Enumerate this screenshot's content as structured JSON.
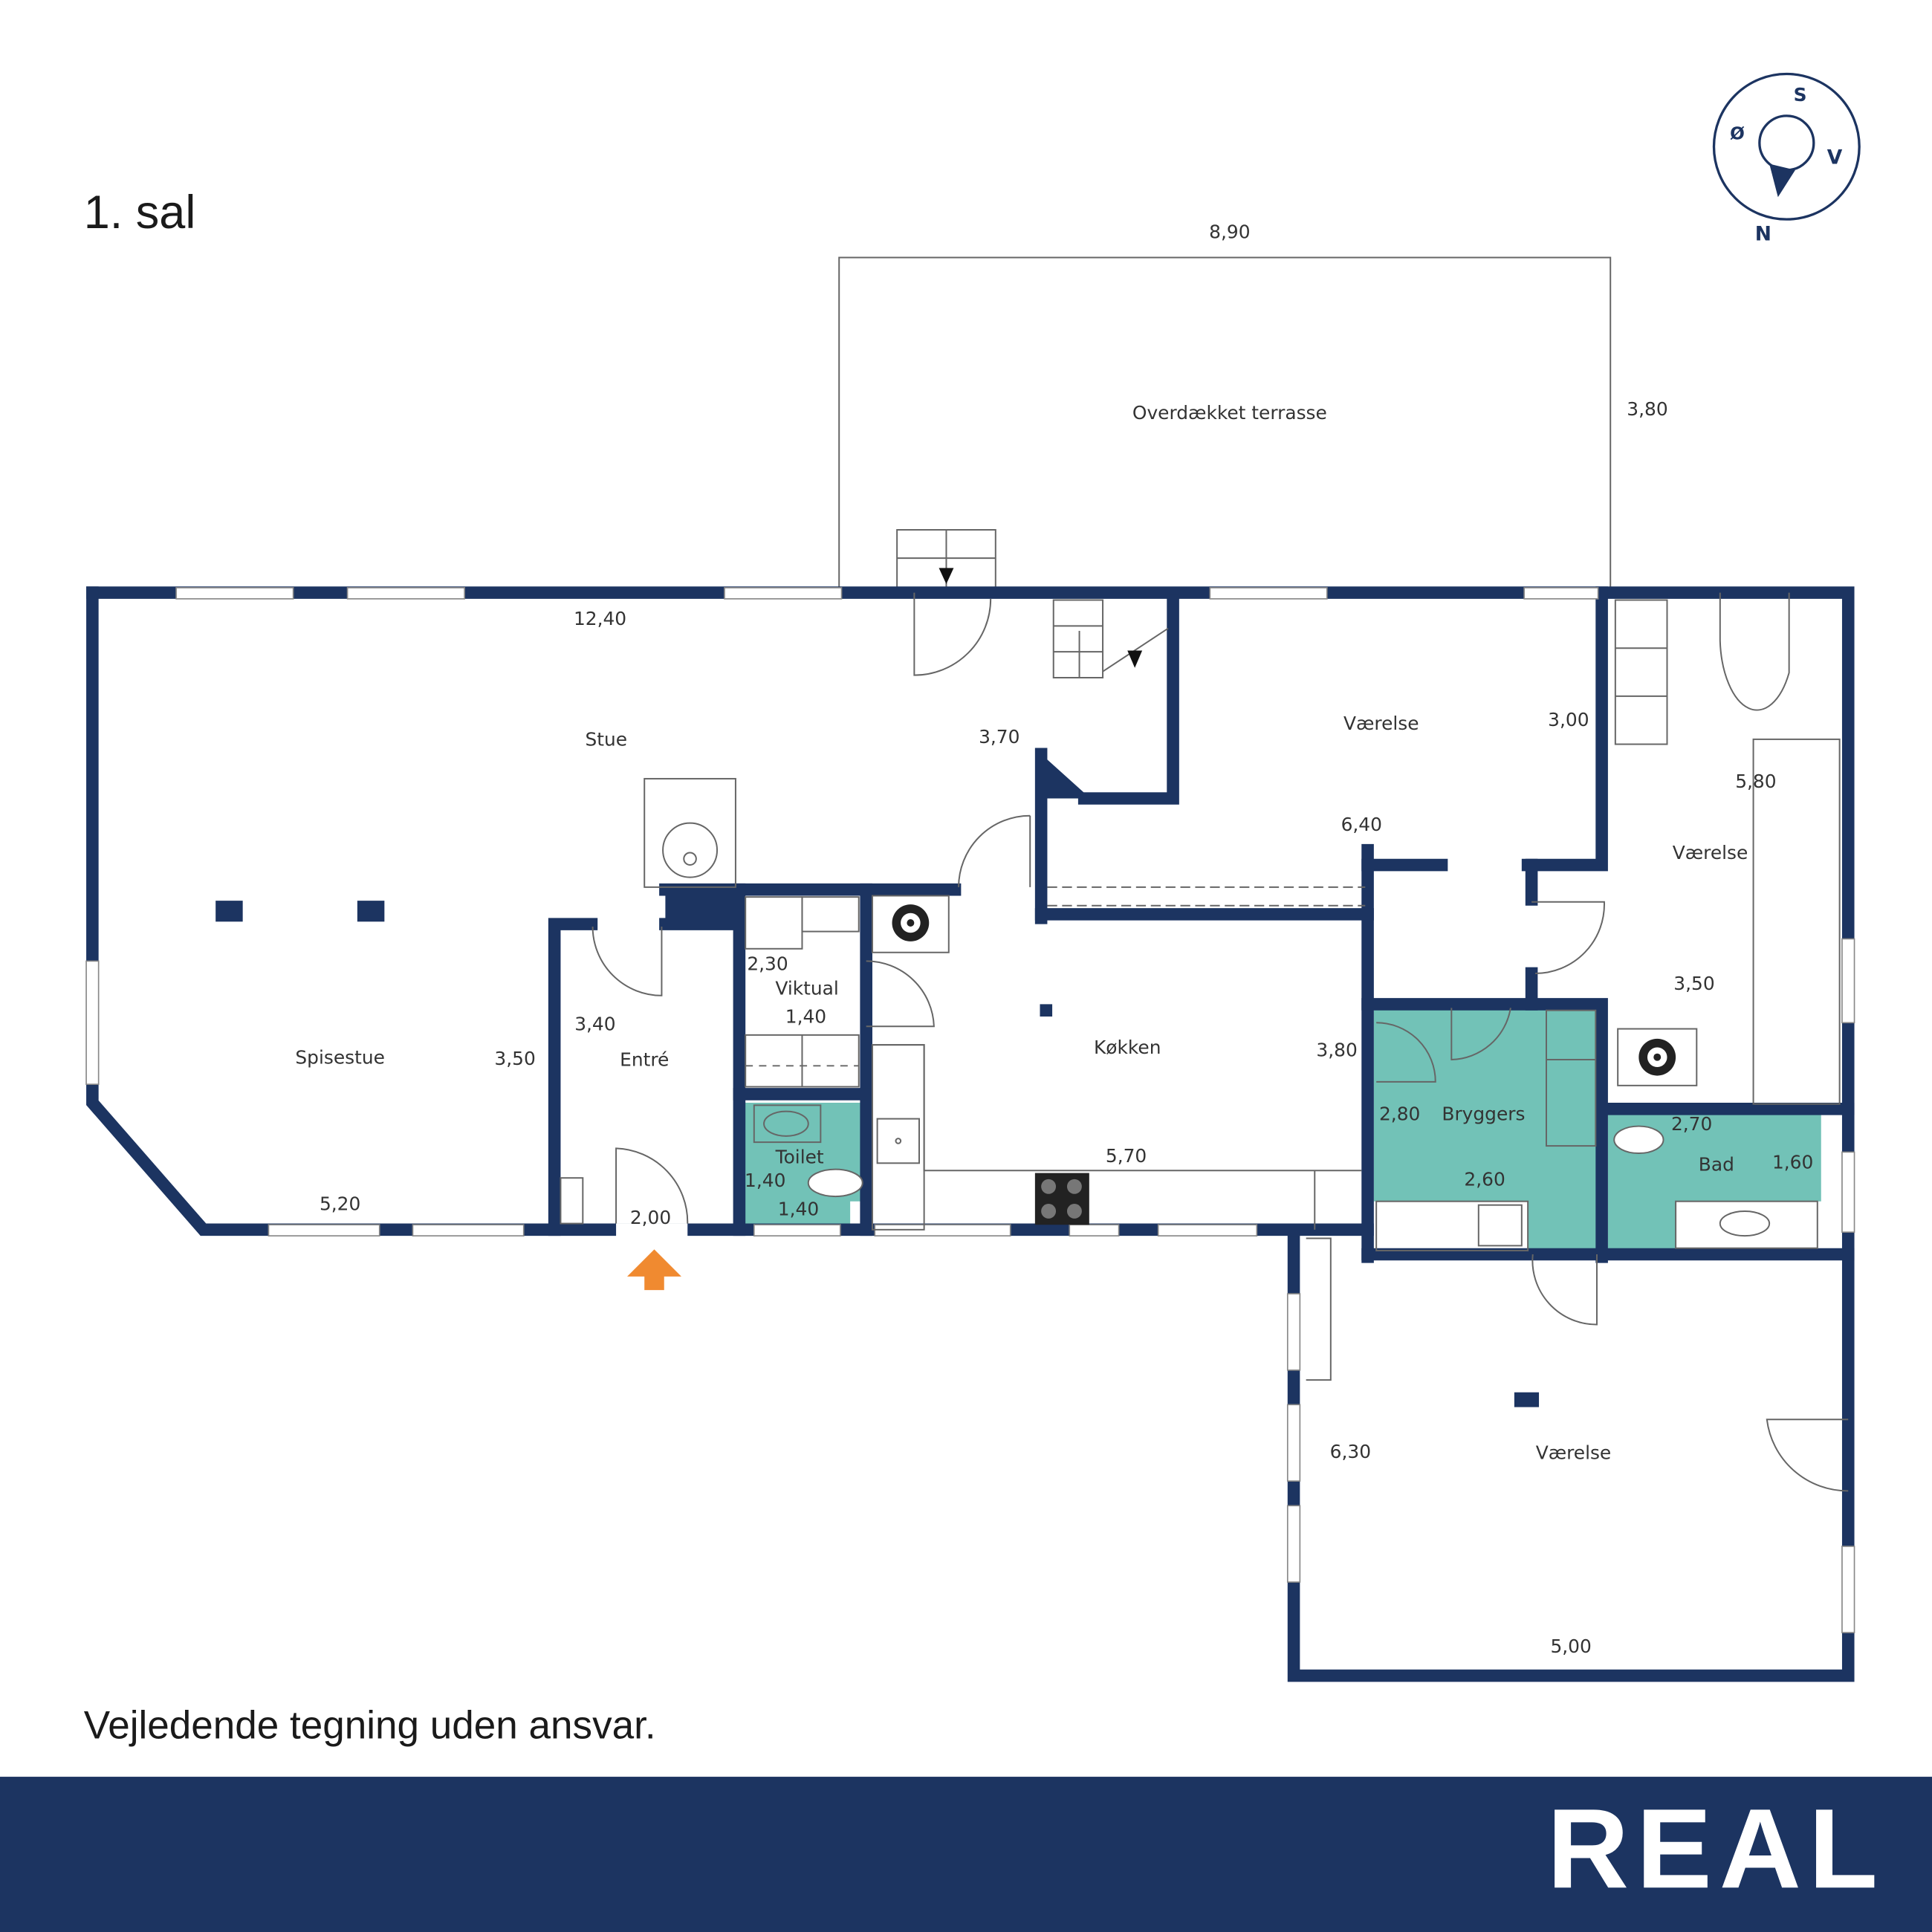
{
  "header": {
    "floor_title": "1. sal"
  },
  "compass": {
    "south": "S",
    "east": "Ø",
    "west": "V",
    "north": "N"
  },
  "rooms": {
    "terrace": {
      "name": "Overdækket terrasse",
      "width": "8,90",
      "depth": "3,80"
    },
    "stue": {
      "name": "Stue",
      "width": "12,40",
      "depth": "3,70"
    },
    "spisestue": {
      "name": "Spisestue",
      "width": "5,20",
      "depth": "3,50"
    },
    "entre": {
      "name": "Entré",
      "width": "2,00",
      "depth": "3,40"
    },
    "viktual": {
      "name": "Viktual",
      "width": "1,40",
      "depth": "2,30"
    },
    "toilet": {
      "name": "Toilet",
      "width": "1,40",
      "depth": "1,40"
    },
    "kokken": {
      "name": "Køkken",
      "width": "5,70",
      "depth": "3,80"
    },
    "vaerelse1": {
      "name": "Værelse",
      "width": "6,40",
      "depth": "3,00"
    },
    "vaerelse2": {
      "name": "Værelse",
      "width": "3,50",
      "depth": "5,80"
    },
    "bryggers": {
      "name": "Bryggers",
      "width": "2,60",
      "depth": "2,80"
    },
    "bad": {
      "name": "Bad",
      "width": "2,70",
      "depth": "1,60"
    },
    "vaerelse3": {
      "name": "Værelse",
      "width": "5,00",
      "depth": "6,30"
    }
  },
  "footer": {
    "disclaimer": "Vejledende tegning uden ansvar.",
    "logo": "REAL"
  },
  "colors": {
    "wall": "#1c3461",
    "wet_room": "#72c2b7",
    "entrance_arrow": "#f08a30",
    "footer_bg": "#1c3461"
  }
}
